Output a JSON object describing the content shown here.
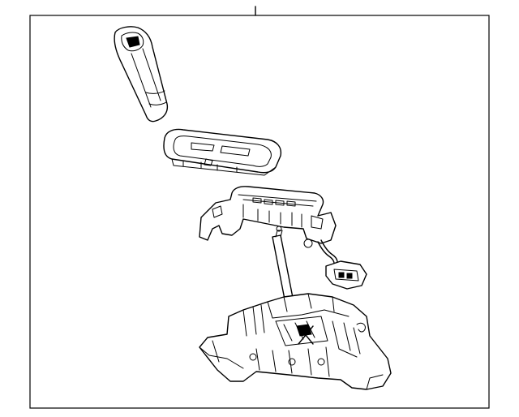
{
  "diagram": {
    "background": "#ffffff",
    "line_color": "#000000",
    "parts": [
      {
        "id": "shift-knob",
        "icon": "shift-knob-icon"
      },
      {
        "id": "trim-bezel",
        "icon": "bezel-icon"
      },
      {
        "id": "indicator-housing",
        "icon": "indicator-icon"
      },
      {
        "id": "wiring-harness",
        "icon": "connector-icon"
      },
      {
        "id": "shifter-base",
        "icon": "shifter-assembly-icon"
      }
    ]
  }
}
